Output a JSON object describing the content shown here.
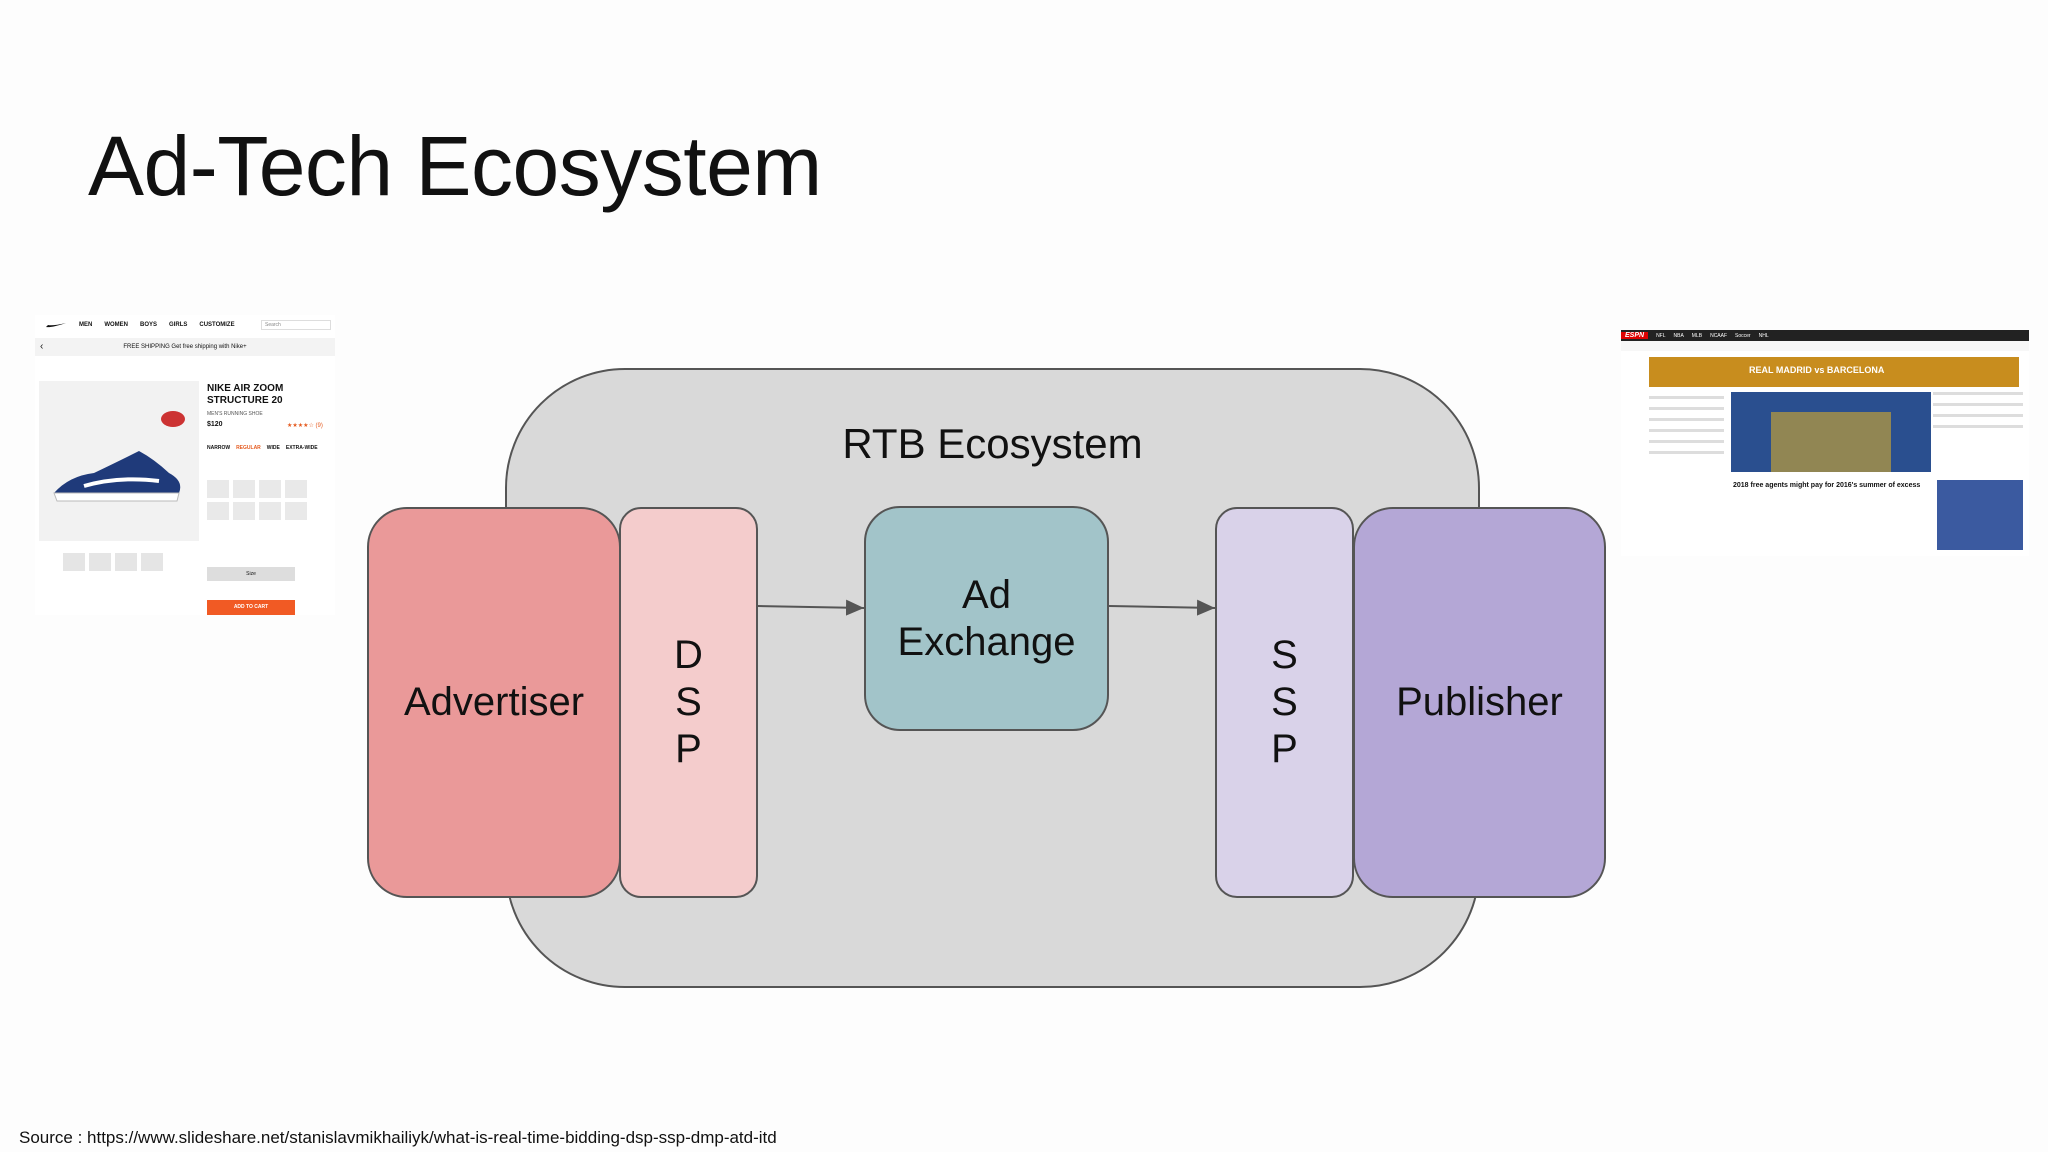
{
  "slide": {
    "title": "Ad-Tech Ecosystem",
    "source": "Source : https://www.slideshare.net/stanislavmikhailiyk/what-is-real-time-bidding-dsp-ssp-dmp-atd-itd"
  },
  "diagram": {
    "container_label": "RTB Ecosystem",
    "advertiser": "Advertiser",
    "dsp_letters": [
      "D",
      "S",
      "P"
    ],
    "ad_exchange_lines": [
      "Ad",
      "Exchange"
    ],
    "ssp_letters": [
      "S",
      "S",
      "P"
    ],
    "publisher": "Publisher",
    "colors": {
      "container": "#d9d9d9",
      "advertiser": "#ea9999",
      "dsp": "#f4cccc",
      "ad_exchange": "#a2c4c9",
      "ssp": "#d9d2e9",
      "publisher": "#b4a7d6"
    }
  },
  "thumb_shop": {
    "nav": [
      "MEN",
      "WOMEN",
      "BOYS",
      "GIRLS",
      "CUSTOMIZE"
    ],
    "search": "Search",
    "banner": "FREE SHIPPING Get free shipping with Nike+",
    "product_name": "NIKE AIR ZOOM STRUCTURE 20",
    "product_sub": "MEN'S RUNNING SHOE",
    "price": "$120",
    "stars": "★★★★☆ (9)",
    "widths": [
      "NARROW",
      "REGULAR",
      "WIDE",
      "EXTRA-WIDE"
    ],
    "size": "Size",
    "add_to_cart": "ADD TO CART"
  },
  "thumb_news": {
    "logo": "ESPN",
    "nav": [
      "NFL",
      "NBA",
      "MLB",
      "NCAAF",
      "Soccer",
      "NHL"
    ],
    "banner": "REAL MADRID vs BARCELONA",
    "headline": "2018 free agents might pay for 2016's summer of excess"
  }
}
